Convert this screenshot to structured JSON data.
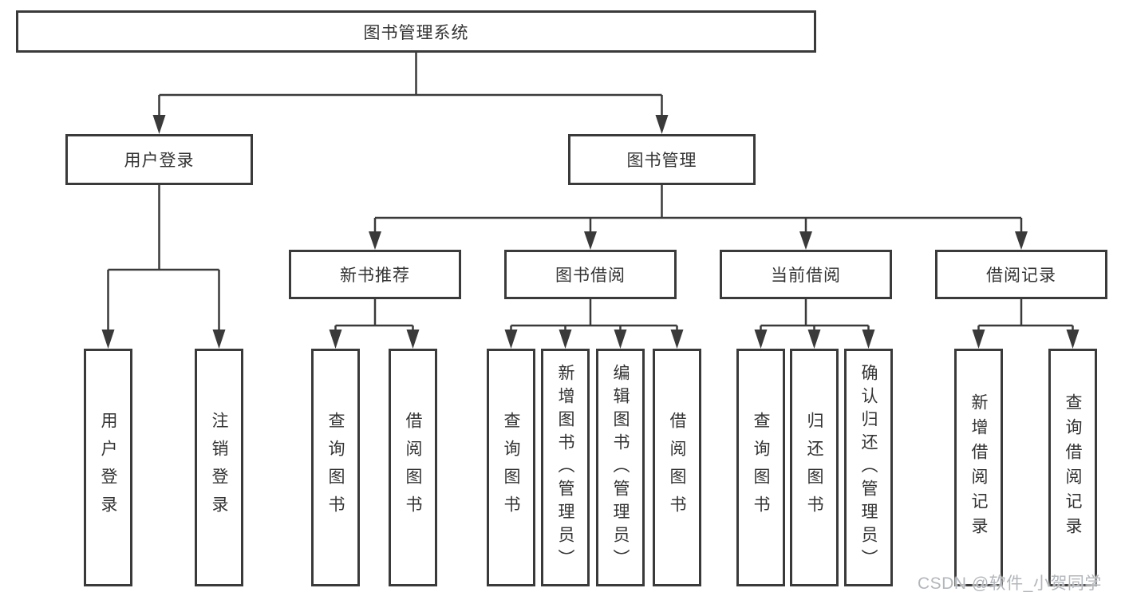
{
  "tree": {
    "label": "图书管理系统",
    "children": [
      {
        "label": "用户登录",
        "children": [
          {
            "label": "用户登录"
          },
          {
            "label": "注销登录"
          }
        ]
      },
      {
        "label": "图书管理",
        "children": [
          {
            "label": "新书推荐",
            "children": [
              {
                "label": "查询图书"
              },
              {
                "label": "借阅图书"
              }
            ]
          },
          {
            "label": "图书借阅",
            "children": [
              {
                "label": "查询图书"
              },
              {
                "label": "新增图书（管理员）"
              },
              {
                "label": "编辑图书（管理员）"
              },
              {
                "label": "借阅图书"
              }
            ]
          },
          {
            "label": "当前借阅",
            "children": [
              {
                "label": "查询图书"
              },
              {
                "label": "归还图书"
              },
              {
                "label": "确认归还（管理员）"
              }
            ]
          },
          {
            "label": "借阅记录",
            "children": [
              {
                "label": "新增借阅记录"
              },
              {
                "label": "查询借阅记录"
              }
            ]
          }
        ]
      }
    ]
  },
  "watermark": {
    "text": "CSDN @软件_小贺同学"
  },
  "colors": {
    "line": "#3a3a3a",
    "box_border": "#3a3a3a",
    "text": "#333333",
    "background": "#ffffff",
    "watermark": "#b3b7bb"
  }
}
